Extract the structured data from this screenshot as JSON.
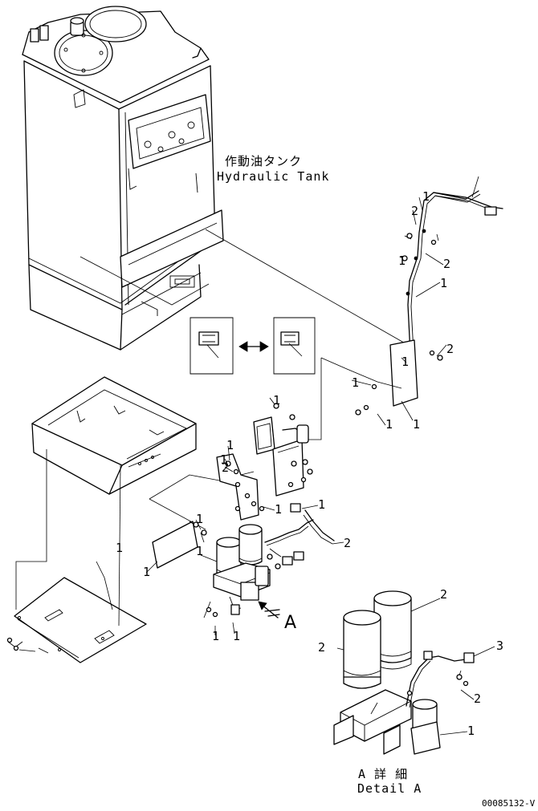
{
  "title_jp": "作動油タンク",
  "title_en": "Hydraulic Tank",
  "detail_jp": "A 詳 細",
  "detail_en": "Detail A",
  "view_marker": "A",
  "drawing_code": "00085132-V",
  "callouts": [
    "1",
    "2",
    "1",
    "1",
    "2",
    "2",
    "1",
    "1",
    "1",
    "1",
    "1",
    "1",
    "2",
    "1",
    "2",
    "1",
    "1",
    "1",
    "1",
    "1",
    "1",
    "1",
    "1",
    "2",
    "2",
    "3",
    "2",
    "1"
  ]
}
